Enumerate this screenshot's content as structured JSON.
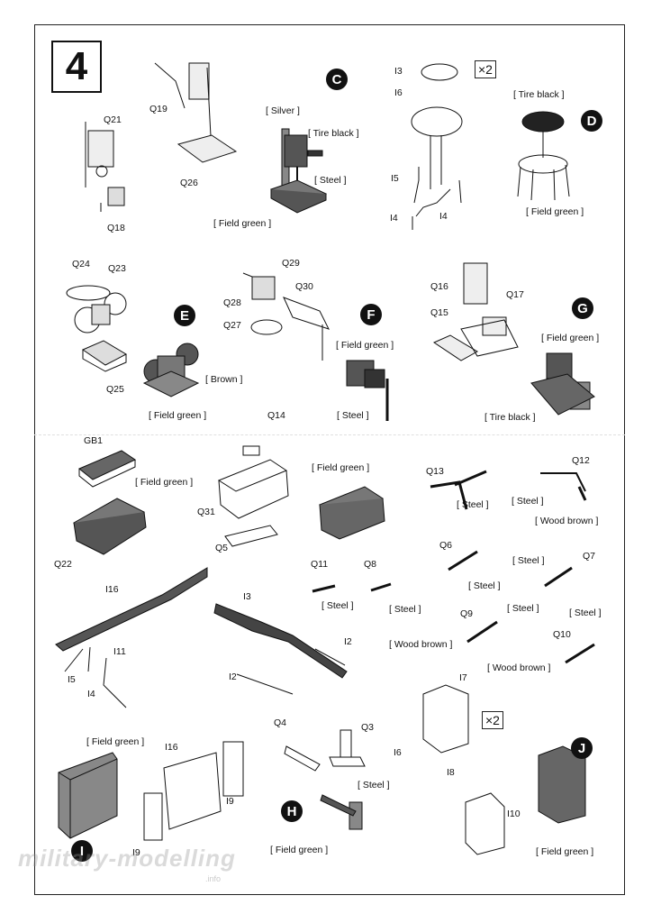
{
  "page": {
    "step_number": "4",
    "multiplier_1": "×2",
    "multiplier_2": "×2",
    "watermark": "military-modelling",
    "watermark_sub": ".info"
  },
  "badges": [
    "C",
    "D",
    "E",
    "F",
    "G",
    "H",
    "I",
    "J"
  ],
  "parts": {
    "q21": "Q21",
    "q18": "Q18",
    "q19": "Q19",
    "q26": "Q26",
    "i3": "I3",
    "i6": "I6",
    "i5": "I5",
    "i4a": "I4",
    "i4b": "I4",
    "q24": "Q24",
    "q23": "Q23",
    "q25": "Q25",
    "q29": "Q29",
    "q28": "Q28",
    "q30": "Q30",
    "q27": "Q27",
    "q16": "Q16",
    "q17": "Q17",
    "q15": "Q15",
    "gb1": "GB1",
    "q22": "Q22",
    "q14": "Q14",
    "q31": "Q31",
    "q5": "Q5",
    "q13": "Q13",
    "q12": "Q12",
    "q11": "Q11",
    "q8": "Q8",
    "q6": "Q6",
    "q7": "Q7",
    "q9": "Q9",
    "q10": "Q10",
    "i16a": "I16",
    "i11": "I11",
    "i5b": "I5",
    "i4c": "I4",
    "i3b": "I3",
    "i2a": "I2",
    "i2b": "I2",
    "q4": "Q4",
    "q3": "Q3",
    "i7": "I7",
    "i6b": "I6",
    "i16b": "I16",
    "i9a": "I9",
    "i9b": "I9",
    "i8": "I8",
    "i10": "I10"
  },
  "colors_labels": {
    "silver": "[ Silver ]",
    "tire_black_c": "[ Tire black ]",
    "steel_c": "[ Steel ]",
    "field_green_c": "[ Field green ]",
    "tire_black_d": "[ Tire black ]",
    "field_green_d": "[ Field green ]",
    "brown_e": "[ Brown ]",
    "field_green_e": "[ Field green ]",
    "field_green_f": "[ Field green ]",
    "steel_f": "[ Steel ]",
    "field_green_g": "[ Field green ]",
    "tire_black_g": "[ Tire black ]",
    "field_green_gb1": "[ Field green ]",
    "field_green_box": "[ Field green ]",
    "steel_q13": "[ Steel ]",
    "steel_q12": "[ Steel ]",
    "wood_q12": "[ Wood brown ]",
    "steel_q11": "[ Steel ]",
    "steel_q8": "[ Steel ]",
    "steel_q6": "[ Steel ]",
    "steel_q7": "[ Steel ]",
    "steel_q9": "[ Steel ]",
    "wood_q9": "[ Wood brown ]",
    "steel_q10": "[ Steel ]",
    "wood_q10": "[ Wood brown ]",
    "field_green_i": "[ Field green ]",
    "steel_h": "[ Steel ]",
    "field_green_h": "[ Field green ]",
    "field_green_j": "[ Field green ]"
  },
  "palette": {
    "ink": "#111111",
    "gray_fill": "#8a8a8a",
    "dark_fill": "#3a3a3a",
    "light_fill": "#d9d9d9"
  }
}
